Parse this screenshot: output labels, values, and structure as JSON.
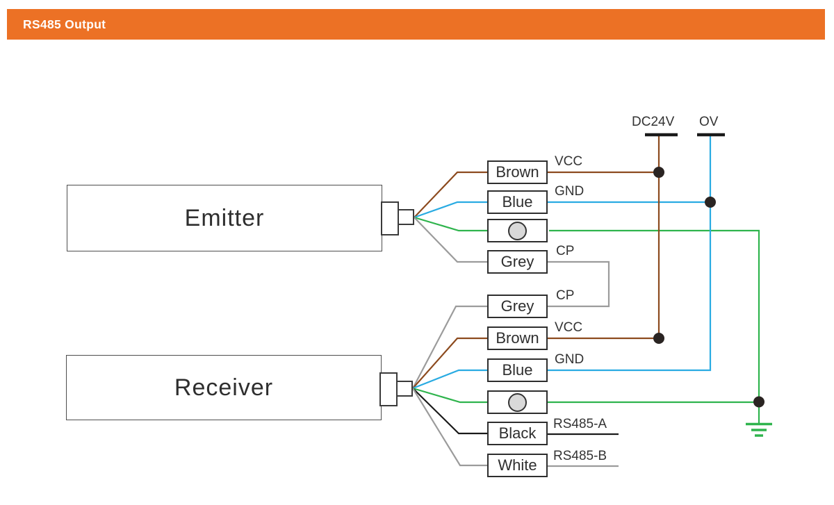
{
  "header": {
    "title": "RS485 Output"
  },
  "colors": {
    "header_bg": "#EC7125",
    "header_text": "#FFFFFF",
    "brown": "#8C4A1E",
    "blue": "#29ABE2",
    "green": "#2FB44D",
    "grey": "#9B9B9B",
    "black": "#1A1A1A",
    "junction_dot": "#2A2422",
    "rail_bar": "#1A1A1A"
  },
  "devices": {
    "emitter": "Emitter",
    "receiver": "Receiver"
  },
  "rails": {
    "power": "DC24V",
    "ground": "OV"
  },
  "emitter_wires": [
    {
      "label": "Brown",
      "signal": "VCC",
      "color_name": "brown"
    },
    {
      "label": "Blue",
      "signal": "GND",
      "color_name": "blue"
    },
    {
      "label": "",
      "signal": "",
      "icon": "shield-circle",
      "color_name": "green"
    },
    {
      "label": "Grey",
      "signal": "CP",
      "color_name": "grey"
    }
  ],
  "receiver_wires": [
    {
      "label": "Grey",
      "signal": "CP",
      "color_name": "grey"
    },
    {
      "label": "Brown",
      "signal": "VCC",
      "color_name": "brown"
    },
    {
      "label": "Blue",
      "signal": "GND",
      "color_name": "blue"
    },
    {
      "label": "",
      "signal": "",
      "icon": "shield-circle",
      "color_name": "green"
    },
    {
      "label": "Black",
      "signal": "RS485-A",
      "color_name": "black"
    },
    {
      "label": "White",
      "signal": "RS485-B",
      "color_name": "grey"
    }
  ]
}
